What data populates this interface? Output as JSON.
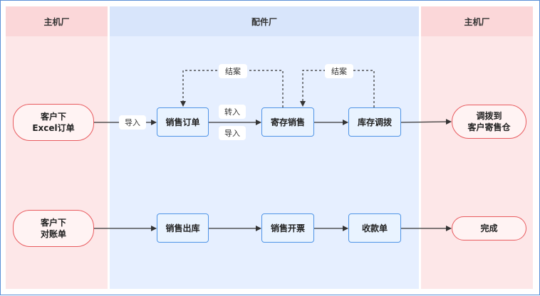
{
  "lanes": {
    "left": "主机厂",
    "middle": "配件厂",
    "right": "主机厂"
  },
  "nodes": {
    "customer_excel_order": "客户下\nExcel订单",
    "sales_order": "销售订单",
    "consignment_sales": "寄存销售",
    "inventory_transfer": "库存调拨",
    "transfer_to_consignment": "调拨到\n客户寄售仓",
    "customer_statement": "客户下\n对账单",
    "sales_outbound": "销售出库",
    "sales_invoice": "销售开票",
    "receipt": "收款单",
    "complete": "完成"
  },
  "labels": {
    "import_1": "导入",
    "transfer_in": "转入",
    "import_2": "导入",
    "close_1": "结案",
    "close_2": "结案"
  },
  "colors": {
    "lane_pink": "#fde7e8",
    "lane_blue": "#e6efff",
    "pill_border": "#e85a5e",
    "box_border": "#4f94e6",
    "arrow": "#333333",
    "frame": "#5b8fd6"
  }
}
